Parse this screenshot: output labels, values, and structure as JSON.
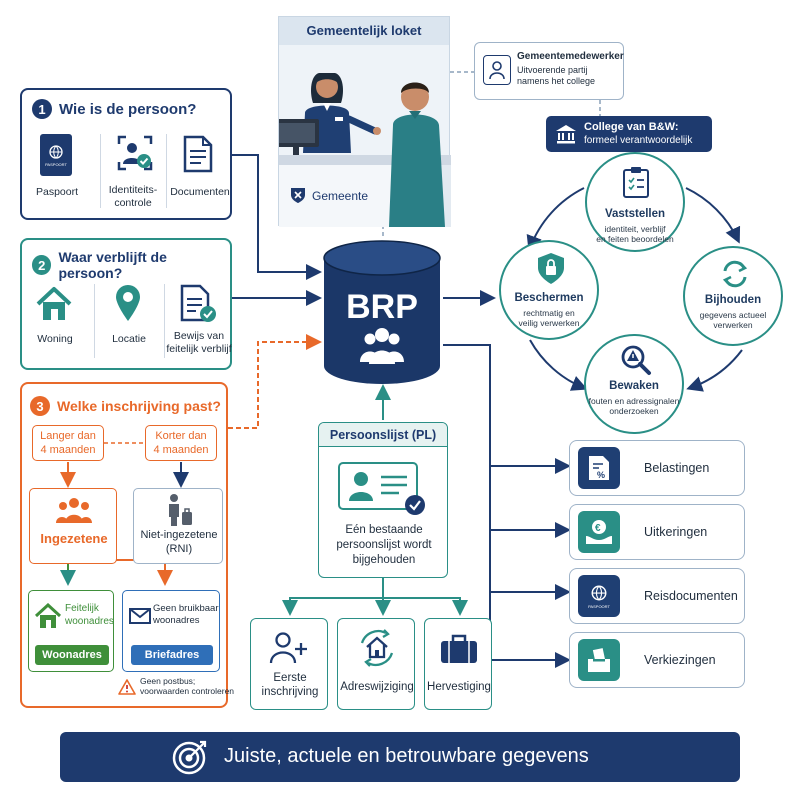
{
  "counter": {
    "title": "Gemeentelijk loket",
    "desk_label": "Gemeente",
    "name_tag": "",
    "employee_title": "Gemeentemedewerker",
    "employee_sub": "Uitvoerende partij namens het college",
    "college_title": "College van B&W:",
    "college_sub": "formeel verantwoordelijk"
  },
  "section1": {
    "number": "1",
    "title": "Wie is de persoon?",
    "items": [
      {
        "label": "Paspoort",
        "icon": "passport-icon",
        "badge": "PASPOORT"
      },
      {
        "label": "Identiteits-\ncontrole",
        "icon": "id-check-icon"
      },
      {
        "label": "Documenten",
        "icon": "document-icon"
      }
    ]
  },
  "section2": {
    "number": "2",
    "title": "Waar verblijft de persoon?",
    "items": [
      {
        "label": "Woning",
        "icon": "house-icon"
      },
      {
        "label": "Locatie",
        "icon": "location-pin-icon"
      },
      {
        "label": "Bewijs van\nfeitelijk verblijf",
        "icon": "proof-document-icon"
      }
    ]
  },
  "section3": {
    "number": "3",
    "title": "Welke inschrijving past?",
    "longer": "Langer dan\n4 maanden",
    "shorter": "Korter dan\n4 maanden",
    "resident": "Ingezetene",
    "nonresident": "Niet-ingezetene\n(RNI)",
    "actual_address": "Feitelijk\nwoonadres",
    "no_address": "Geen bruikbaar\nwoonadres",
    "woonadres_btn": "Woonadres",
    "briefadres_btn": "Briefadres",
    "warning": "Geen postbus;\nvoorwaarden controleren"
  },
  "brp": {
    "label": "BRP"
  },
  "pl": {
    "title": "Persoonslijst (PL)",
    "text": "Eén bestaande\npersoonslijst wordt\nbijgehouden"
  },
  "actions": [
    {
      "label": "Eerste\ninschrijving",
      "icon": "add-person-icon"
    },
    {
      "label": "Adreswijziging",
      "icon": "house-arrows-icon"
    },
    {
      "label": "Hervestiging",
      "icon": "suitcase-icon"
    }
  ],
  "cycle": [
    {
      "title": "Vaststellen",
      "sub": "identiteit, verblijf\nen feiten beoordelen",
      "icon": "clipboard-icon"
    },
    {
      "title": "Bijhouden",
      "sub": "gegevens actueel\nverwerken",
      "icon": "refresh-icon"
    },
    {
      "title": "Bewaken",
      "sub": "fouten en adressignalen\nonderzoeken",
      "icon": "magnifier-warning-icon"
    },
    {
      "title": "Beschermen",
      "sub": "rechtmatig en\nveilig verwerken",
      "icon": "shield-lock-icon"
    }
  ],
  "services": [
    {
      "label": "Belastingen",
      "icon": "tax-document-icon",
      "color": "#1f3f73"
    },
    {
      "label": "Uitkeringen",
      "icon": "hands-euro-icon",
      "color": "#2a8f86"
    },
    {
      "label": "Reisdocumenten",
      "icon": "passport-icon",
      "color": "#1f3f73",
      "badge": "PASPOORT"
    },
    {
      "label": "Verkiezingen",
      "icon": "ballot-box-icon",
      "color": "#2a8f86"
    }
  ],
  "footer": {
    "text": "Juiste, actuele en betrouwbare gegevens",
    "icon": "target-icon"
  },
  "colors": {
    "navy": "#1e3a6e",
    "teal": "#2a8f86",
    "orange": "#e8692a",
    "green": "#3f8f3a",
    "blue": "#2f6fb8"
  }
}
